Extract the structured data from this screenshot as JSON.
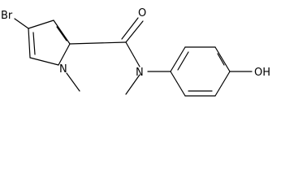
{
  "molecule": {
    "atoms": {
      "bromo": "Br",
      "pyrrole_nitrogen": "N",
      "amide_nitrogen": "N",
      "carbonyl_oxygen": "O",
      "hydroxyl": "OH"
    }
  },
  "colors": {
    "bond": "#000000",
    "label": "#000000",
    "background": "#ffffff"
  }
}
